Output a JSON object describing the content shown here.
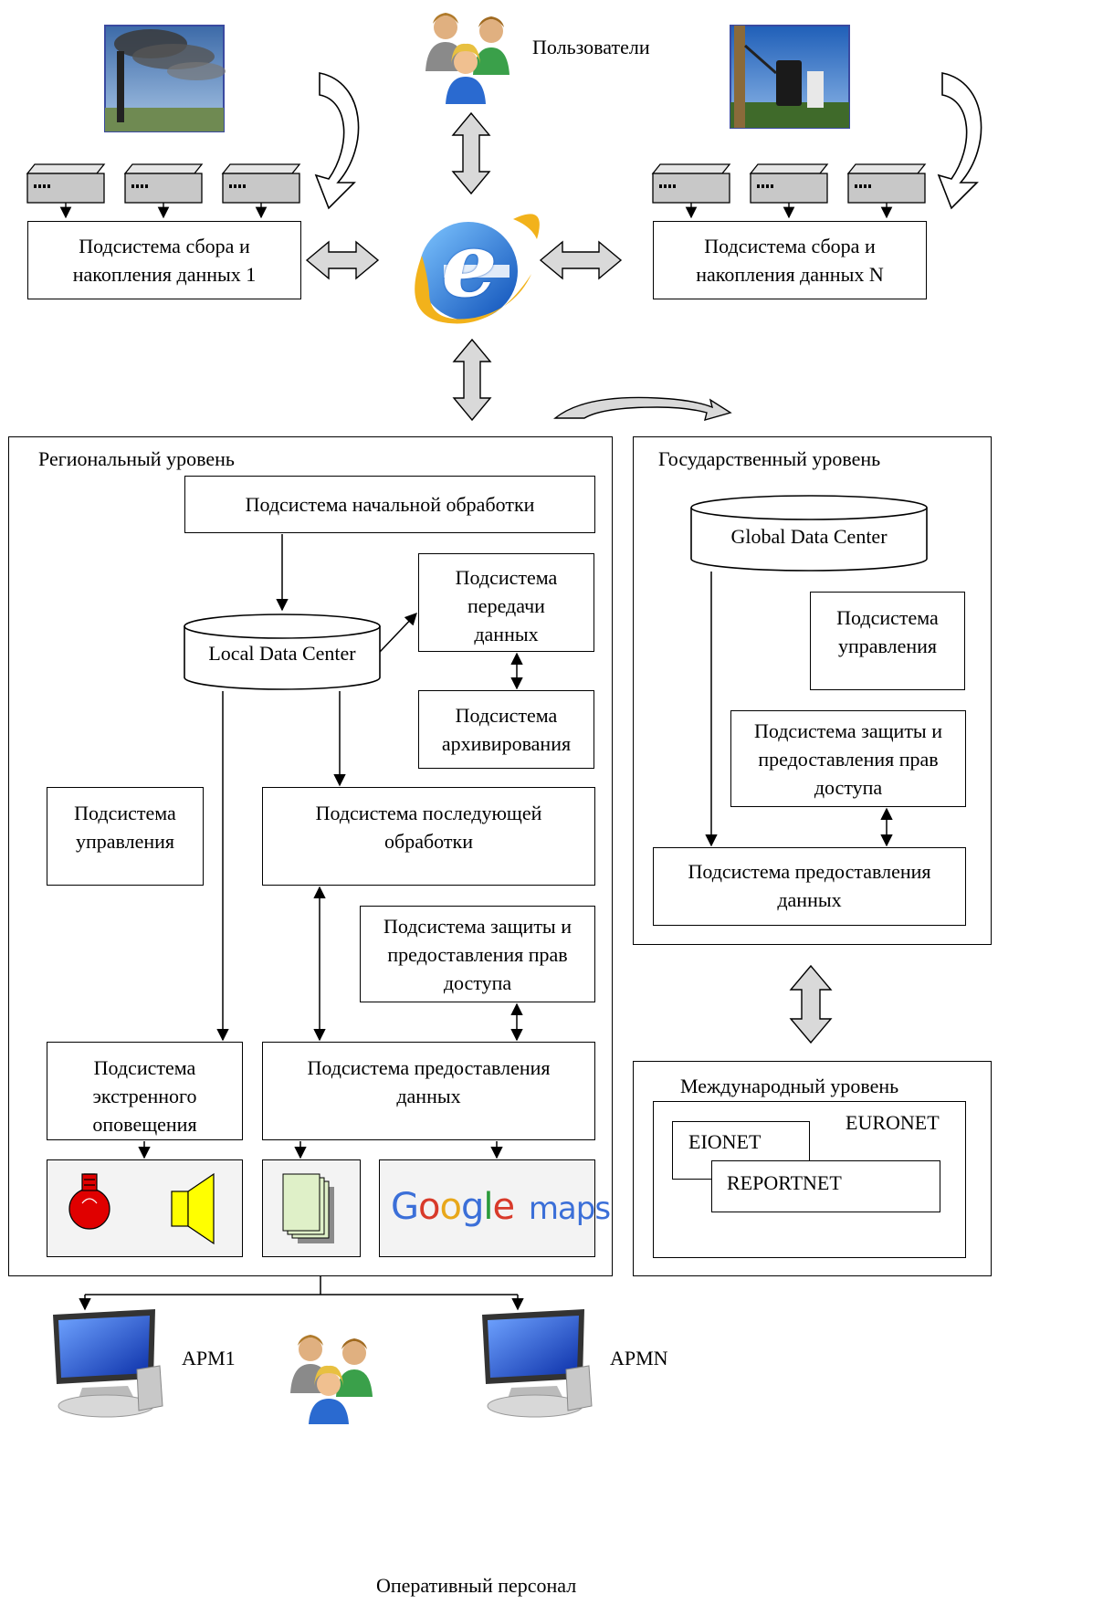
{
  "users": {
    "label": "Пользователи"
  },
  "collect_1": {
    "label": "Подсистема сбора и накопления данных 1"
  },
  "collect_n": {
    "label": "Подсистема сбора и накопления данных N"
  },
  "regional": {
    "title": "Региональный уровень",
    "initial_processing": "Подсистема начальной обработки",
    "local_dc": "Local Data Center",
    "transfer": "Подсистема передачи данных",
    "archive": "Подсистема архивирования",
    "management": "Подсистема управления",
    "post_processing": "Подсистема последующей обработки",
    "protection": "Подсистема защиты и предоставления прав доступа",
    "alert": "Подсистема экстренного оповещения",
    "provision": "Подсистема предоставления данных",
    "google_maps": {
      "g1": "G",
      "o1": "o",
      "o2": "o",
      "g2": "g",
      "l": "l",
      "e": "e",
      "maps": "maps"
    }
  },
  "state": {
    "title": "Государственный уровень",
    "global_dc": "Global Data Center",
    "management": "Подсистема управления",
    "protection": "Подсистема защиты и предоставления прав доступа",
    "provision": "Подсистема предоставления данных"
  },
  "international": {
    "title": "Международный уровень",
    "euronet": "EURONET",
    "eionet": "EIONET",
    "reportnet": "REPORTNET"
  },
  "workstations": {
    "apm1": "АРМ1",
    "apmn": "АРМN",
    "staff": "Оперативный персонал"
  },
  "colors": {
    "device_fill": "#c8c8c8",
    "block_arrow": "#d9d9d9",
    "panel_bg": "#f3f3f3",
    "ie_blue": "#1f6fd0",
    "ie_gold": "#f2b21b",
    "monitor_blue": "#1c4fd8",
    "bulb_red": "#e00000",
    "speaker_yellow": "#ffff00",
    "doc_green": "#dff0c8"
  }
}
